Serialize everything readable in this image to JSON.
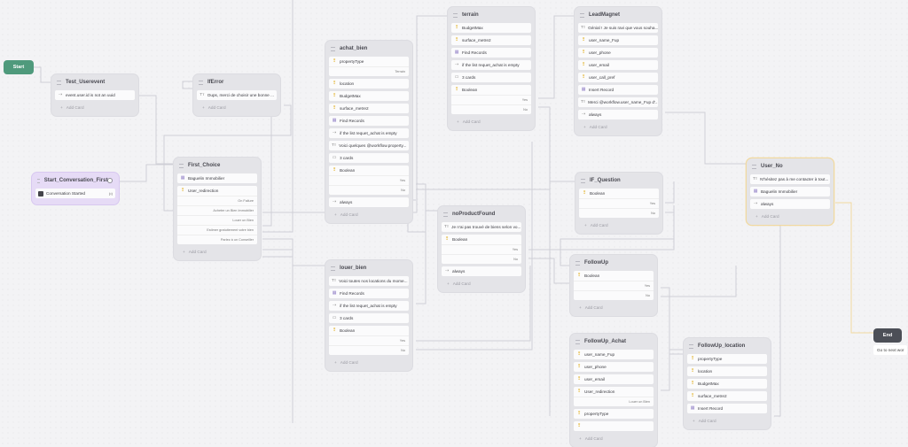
{
  "start": {
    "label": "Start"
  },
  "end": {
    "label": "End",
    "next_label": "Go to next wor"
  },
  "add_card_label": "Add Card",
  "nodes": [
    {
      "id": "test_userevent",
      "title": "Test_Userevent",
      "cards": [
        {
          "type": "condition",
          "label": "event.user.id is not an uuid"
        }
      ]
    },
    {
      "id": "iferror",
      "title": "IfError",
      "cards": [
        {
          "type": "text",
          "label": "Oups, merci de choisir une bonne ..."
        }
      ]
    },
    {
      "id": "start_conversation_first",
      "title": "Start_Conversation_First",
      "trigger": true,
      "toggle_on": true,
      "cards": [
        {
          "type": "event",
          "label": "Conversation Started",
          "badge": "(•)"
        }
      ]
    },
    {
      "id": "first_choice",
      "title": "First_Choice",
      "cards": [
        {
          "type": "record",
          "label": "Baguelin Immobilier"
        },
        {
          "type": "var",
          "label": "User_redirection",
          "branches": [
            "On Failure",
            "Acheter un Bien Immobilier",
            "Louer un Bien",
            "Estimer gratuitement votre bien",
            "Parlez à un Conseiller"
          ]
        }
      ]
    },
    {
      "id": "achat_bien",
      "title": "achat_bien",
      "cards": [
        {
          "type": "var",
          "label": "propertyType",
          "branches": [
            "Terrain"
          ]
        },
        {
          "type": "var",
          "label": "location"
        },
        {
          "type": "var",
          "label": "BudgetMax"
        },
        {
          "type": "var",
          "label": "surface_metre2"
        },
        {
          "type": "record",
          "label": "Find Records"
        },
        {
          "type": "condition",
          "label": "if the list requet_achat is empty"
        },
        {
          "type": "text",
          "label": "Voici quelques @workflow.property..."
        },
        {
          "type": "cards",
          "label": "3 cards"
        },
        {
          "type": "var",
          "label": "Boolean",
          "branches": [
            "Yes",
            "No"
          ]
        },
        {
          "type": "condition",
          "label": "always"
        }
      ]
    },
    {
      "id": "terrain",
      "title": "terrain",
      "cards": [
        {
          "type": "var",
          "label": "BudgetMax"
        },
        {
          "type": "var",
          "label": "surface_metre2"
        },
        {
          "type": "record",
          "label": "Find Records"
        },
        {
          "type": "condition",
          "label": "if the list requet_achat is empty"
        },
        {
          "type": "cards",
          "label": "3 cards"
        },
        {
          "type": "var",
          "label": "Boolean",
          "branches": [
            "Yes",
            "No"
          ]
        }
      ]
    },
    {
      "id": "leadmagnet",
      "title": "LeadMagnet",
      "cards": [
        {
          "type": "text",
          "label": "Génial ! Je suis ravi que vous souha..."
        },
        {
          "type": "var",
          "label": "user_name_Fup"
        },
        {
          "type": "var",
          "label": "user_phone"
        },
        {
          "type": "var",
          "label": "user_email"
        },
        {
          "type": "var",
          "label": "user_call_pref"
        },
        {
          "type": "record",
          "label": "Insert Record"
        },
        {
          "type": "text",
          "label": "Merci @workflow.user_name_Fup d'..."
        },
        {
          "type": "condition",
          "label": "always"
        }
      ]
    },
    {
      "id": "noproductfound",
      "title": "noProductFound",
      "cards": [
        {
          "type": "text",
          "label": "Je n'ai pas trouvé de biens selon vo..."
        },
        {
          "type": "var",
          "label": "Boolean",
          "branches": [
            "Yes",
            "No"
          ]
        },
        {
          "type": "condition",
          "label": "always"
        }
      ]
    },
    {
      "id": "louer_bien",
      "title": "louer_bien",
      "cards": [
        {
          "type": "text",
          "label": "Voici toutes nos locations du mome..."
        },
        {
          "type": "record",
          "label": "Find Records"
        },
        {
          "type": "condition",
          "label": "if the list requet_achat is empty"
        },
        {
          "type": "cards",
          "label": "3 cards"
        },
        {
          "type": "var",
          "label": "Boolean",
          "branches": [
            "Yes",
            "No"
          ]
        }
      ]
    },
    {
      "id": "if_question",
      "title": "IF_Question",
      "cards": [
        {
          "type": "var",
          "label": "Boolean",
          "branches": [
            "Yes",
            "No"
          ]
        }
      ]
    },
    {
      "id": "followup",
      "title": "FollowUp",
      "cards": [
        {
          "type": "var",
          "label": "Boolean",
          "branches": [
            "Yes",
            "No"
          ]
        }
      ]
    },
    {
      "id": "user_no",
      "title": "User_No",
      "highlighted": true,
      "cards": [
        {
          "type": "text",
          "label": "N'hésitez pas à me contacter à tout..."
        },
        {
          "type": "record",
          "label": "Baguelin Immobilier"
        },
        {
          "type": "condition",
          "label": "always"
        }
      ]
    },
    {
      "id": "followup_achat",
      "title": "FollowUp_Achat",
      "cards": [
        {
          "type": "var",
          "label": "user_name_Fup"
        },
        {
          "type": "var",
          "label": "user_phone"
        },
        {
          "type": "var",
          "label": "user_email"
        },
        {
          "type": "var",
          "label": "User_redirection",
          "branches": [
            "Louer un Bien"
          ]
        },
        {
          "type": "var",
          "label": "propertyType"
        },
        {
          "type": "var",
          "label": ""
        }
      ]
    },
    {
      "id": "followup_location",
      "title": "FollowUp_location",
      "cards": [
        {
          "type": "var",
          "label": "propertyType"
        },
        {
          "type": "var",
          "label": "location"
        },
        {
          "type": "var",
          "label": "BudgetMax"
        },
        {
          "type": "var",
          "label": "surface_metre2"
        },
        {
          "type": "record",
          "label": "Insert Record"
        }
      ]
    }
  ],
  "icons": {
    "var": "variable-icon",
    "condition": "condition-arrow-icon",
    "text": "text-message-icon",
    "record": "record-grid-icon",
    "cards": "carousel-cards-icon",
    "event": "event-icon"
  },
  "colors": {
    "start": "#4f9a7c",
    "end": "#4c4f57",
    "trigger_bg": "#e6dbf6",
    "highlight_border": "#f1d9a0",
    "wire": "#cfcfd6",
    "active_wire": "#f1d9a0"
  }
}
